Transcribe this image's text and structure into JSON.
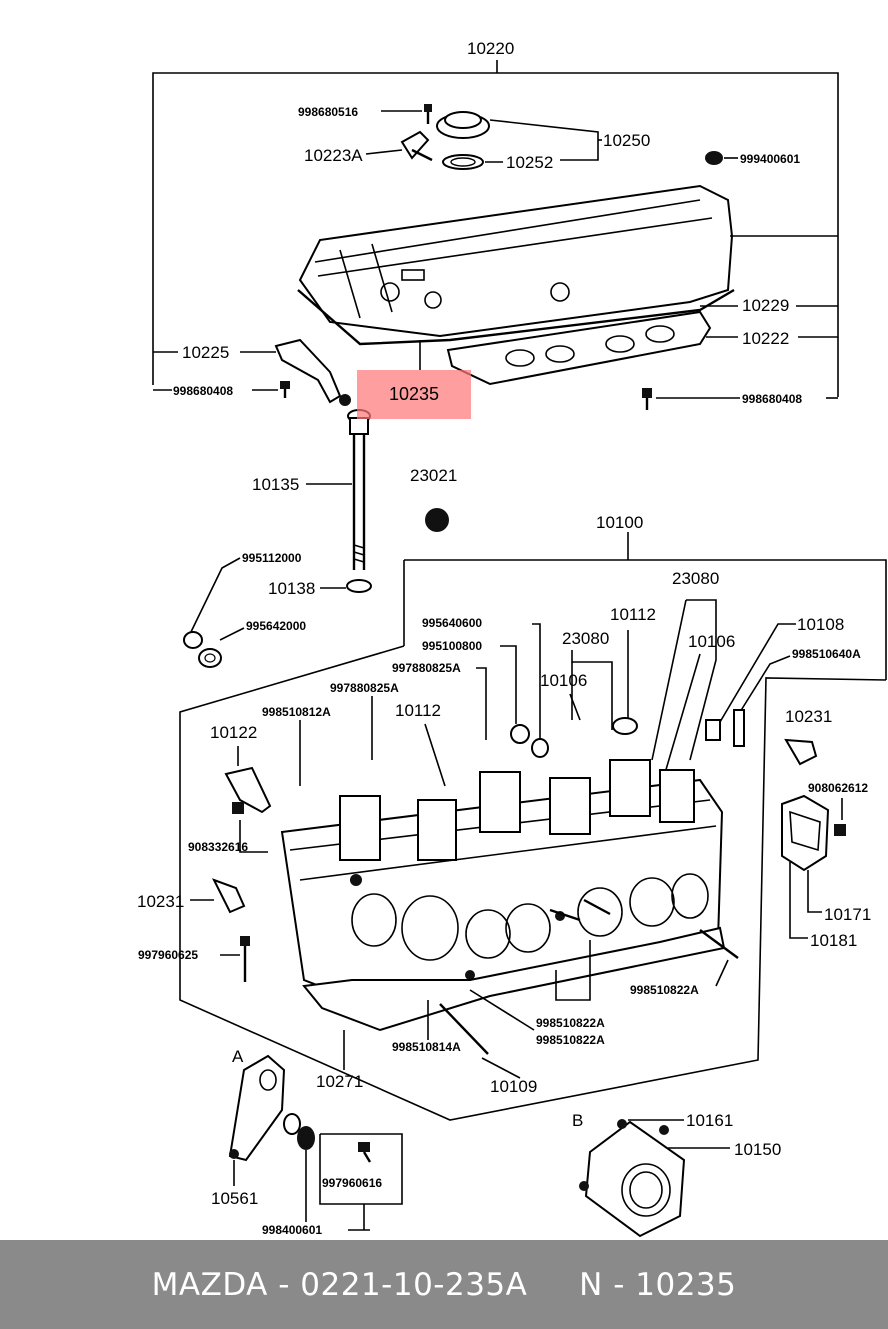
{
  "diagram": {
    "labels": {
      "l10220": "10220",
      "l998680516": "998680516",
      "l10223a": "10223A",
      "l10250": "10250",
      "l10252": "10252",
      "l999400601": "999400601",
      "l10229": "10229",
      "l10222": "10222",
      "l10225": "10225",
      "l998680408a": "998680408",
      "l998680408b": "998680408",
      "l10135": "10135",
      "l23021": "23021",
      "l10100": "10100",
      "l995112000": "995112000",
      "l10138": "10138",
      "l995642000": "995642000",
      "l23080a": "23080",
      "l995640600": "995640600",
      "l995100800": "995100800",
      "l10112a": "10112",
      "l10108": "10108",
      "l997880825a1": "997880825A",
      "l23080b": "23080",
      "l10106a": "10106",
      "l998510640a": "998510640A",
      "l997880825a2": "997880825A",
      "l10106b": "10106",
      "l998510812a": "998510812A",
      "l10112b": "10112",
      "l10231a": "10231",
      "l10122": "10122",
      "l908062612": "908062612",
      "l908332616": "908332616",
      "l10231b": "10231",
      "l10171": "10171",
      "l10181": "10181",
      "l997960625": "997960625",
      "l998510822a1": "998510822A",
      "l998510822a2": "998510822A",
      "l998510822a3": "998510822A",
      "l998510814a": "998510814A",
      "l10271": "10271",
      "l10109": "10109",
      "lA": "A",
      "lB": "B",
      "l10161": "10161",
      "l10150": "10150",
      "l997960616": "997960616",
      "l10561": "10561",
      "l998400601": "998400601"
    },
    "highlight_label": "10235"
  },
  "footer": {
    "brand": "MAZDA",
    "sep1": " - ",
    "part_number": "0221-10-235A",
    "gap": "     ",
    "n_label": "N",
    "sep2": " - ",
    "n_number": "10235"
  }
}
